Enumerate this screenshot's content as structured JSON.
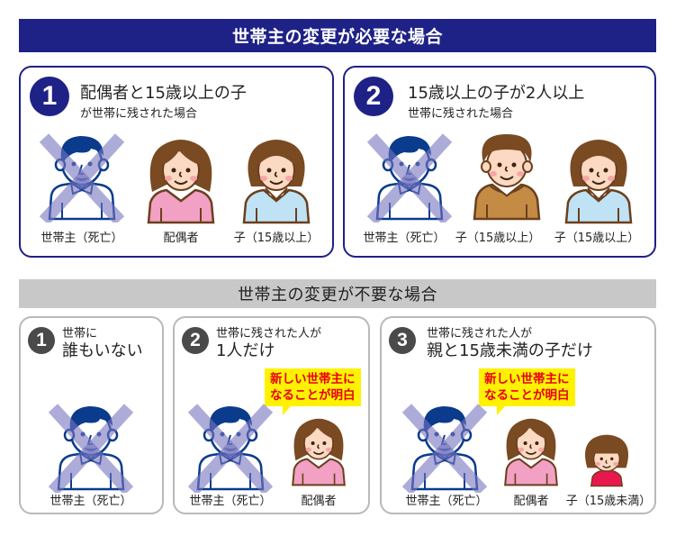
{
  "sections": {
    "required": {
      "title": "世帯主の変更が必要な場合",
      "color": "#1e2186",
      "cases": [
        {
          "number": "1",
          "line1": "配偶者と15歳以上の子",
          "line2": "が世帯に残された場合",
          "people": [
            {
              "type": "householder-deceased",
              "caption": "世帯主（死亡）"
            },
            {
              "type": "spouse",
              "caption": "配偶者"
            },
            {
              "type": "child-girl-over15",
              "caption": "子（15歳以上）"
            }
          ]
        },
        {
          "number": "2",
          "line1": "15歳以上の子が2人以上",
          "line2": "世帯に残された場合",
          "people": [
            {
              "type": "householder-deceased",
              "caption": "世帯主（死亡）"
            },
            {
              "type": "child-boy-over15",
              "caption": "子（15歳以上）"
            },
            {
              "type": "child-girl-over15",
              "caption": "子（15歳以上）"
            }
          ]
        }
      ]
    },
    "not_required": {
      "title": "世帯主の変更が不要な場合",
      "color": "#c8c8c8",
      "cases": [
        {
          "number": "1",
          "line1": "世帯に",
          "line2": "誰もいない",
          "people": [
            {
              "type": "householder-deceased",
              "caption": "世帯主（死亡）"
            }
          ]
        },
        {
          "number": "2",
          "line1": "世帯に残された人が",
          "line2": "1人だけ",
          "bubble": [
            "新しい世帯主に",
            "なることが明白"
          ],
          "people": [
            {
              "type": "householder-deceased",
              "caption": "世帯主（死亡）"
            },
            {
              "type": "spouse",
              "caption": "配偶者"
            }
          ]
        },
        {
          "number": "3",
          "line1": "世帯に残された人が",
          "line2": "親と15歳未満の子だけ",
          "bubble": [
            "新しい世帯主に",
            "なることが明白"
          ],
          "people": [
            {
              "type": "householder-deceased",
              "caption": "世帯主（死亡）"
            },
            {
              "type": "spouse",
              "caption": "配偶者"
            },
            {
              "type": "child-under15",
              "caption": "子（15歳未満）"
            }
          ]
        }
      ]
    }
  }
}
